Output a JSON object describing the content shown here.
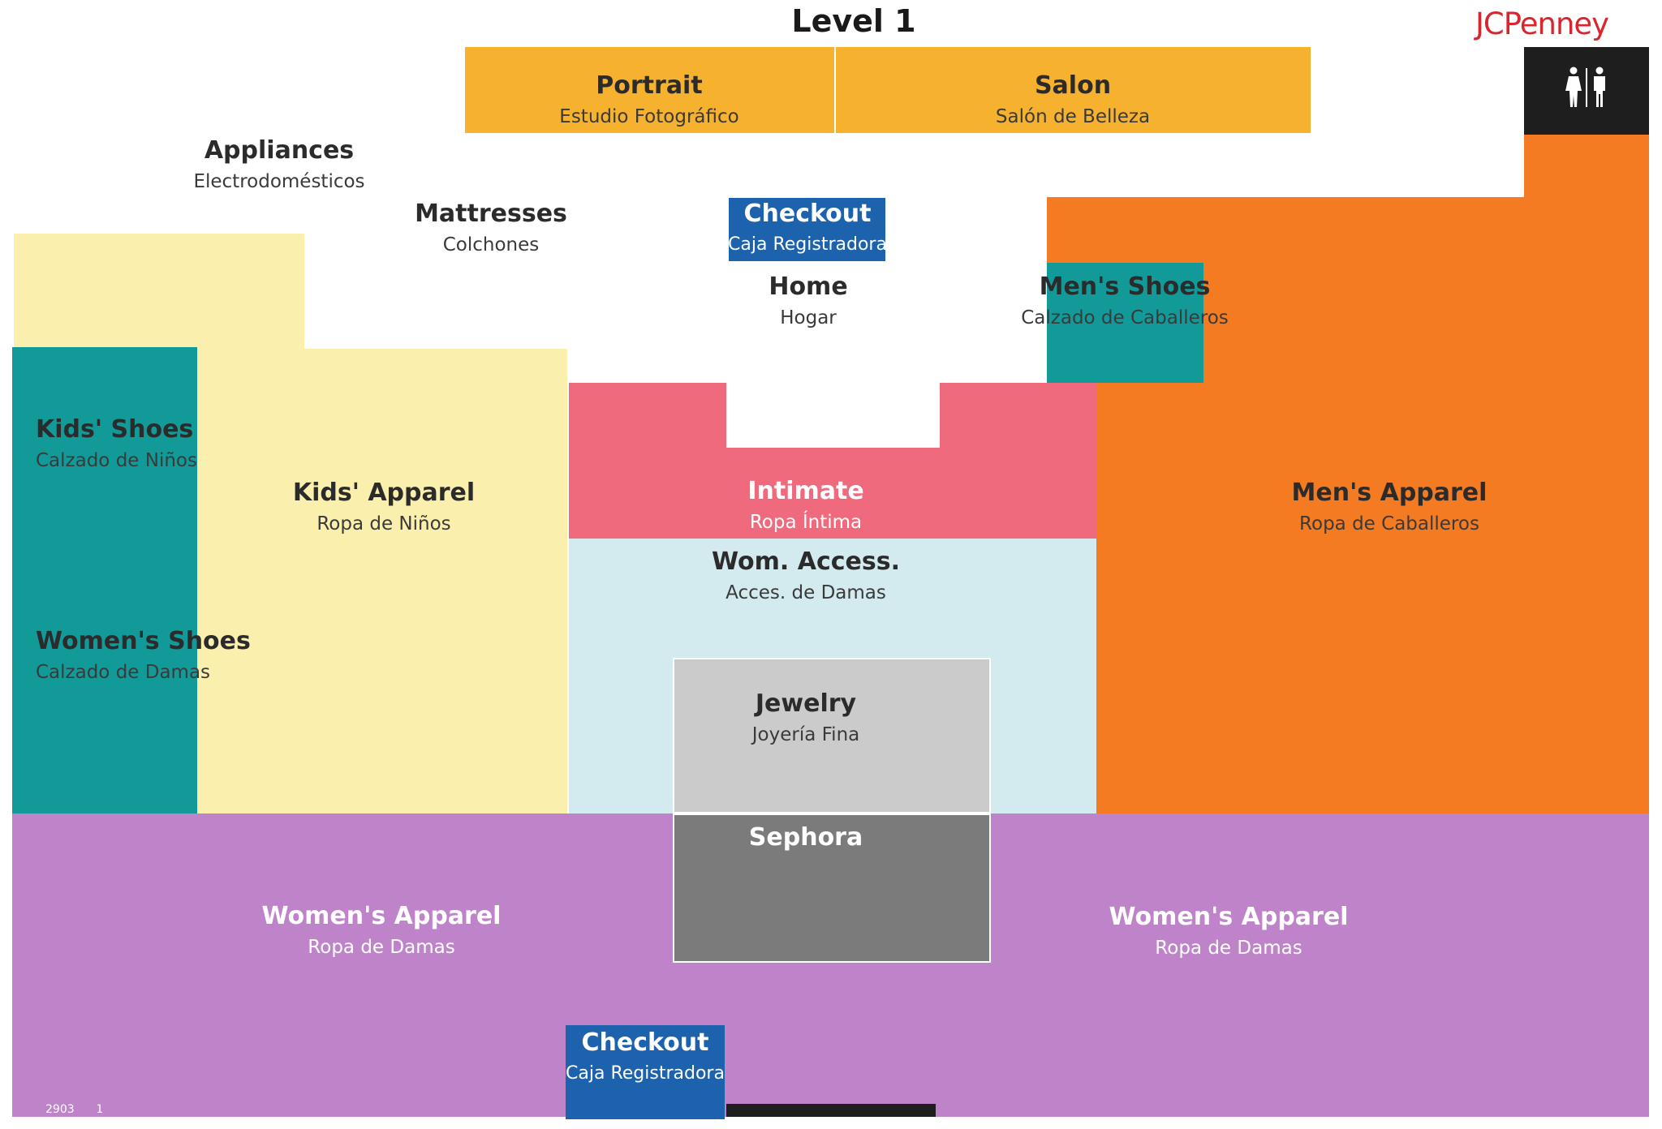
{
  "title": "Level 1",
  "brand": "JCPenney",
  "colors": {
    "brand_red": "#d8262f",
    "teal": "#129a98",
    "yellow": "#fbefad",
    "orange": "#f47b22",
    "gold": "#f6b22f",
    "pink": "#ef6a7c",
    "light_blue": "#d3eaef",
    "grey": "#cbcbcb",
    "dark_grey": "#7b7b7b",
    "purple": "#bf83ca",
    "checkout_blue": "#1c62ad"
  },
  "restroom_icon": "restroom-icon",
  "departments": {
    "portrait": {
      "en": "Portrait",
      "es": "Estudio Fotográfico"
    },
    "salon": {
      "en": "Salon",
      "es": "Salón de Belleza"
    },
    "appliances": {
      "en": "Appliances",
      "es": "Electrodomésticos"
    },
    "mattresses": {
      "en": "Mattresses",
      "es": "Colchones"
    },
    "checkout_top": {
      "en": "Checkout",
      "es": "Caja Registradora"
    },
    "home": {
      "en": "Home",
      "es": "Hogar"
    },
    "mens_shoes": {
      "en": "Men's Shoes",
      "es": "Calzado de Caballeros"
    },
    "kids_shoes": {
      "en": "Kids' Shoes",
      "es": "Calzado de Niños"
    },
    "kids_apparel": {
      "en": "Kids' Apparel",
      "es": "Ropa de Niños"
    },
    "womens_shoes": {
      "en": "Women's Shoes",
      "es": "Calzado de Damas"
    },
    "intimate": {
      "en": "Intimate",
      "es": "Ropa Íntima"
    },
    "womens_accessories": {
      "en": "Wom. Access.",
      "es": "Acces. de Damas"
    },
    "jewelry": {
      "en": "Jewelry",
      "es": "Joyería Fina"
    },
    "sephora": {
      "en": "Sephora"
    },
    "mens_apparel": {
      "en": "Men's Apparel",
      "es": "Ropa de Caballeros"
    },
    "womens_apparel_left": {
      "en": "Women's Apparel",
      "es": "Ropa de Damas"
    },
    "womens_apparel_right": {
      "en": "Women's Apparel",
      "es": "Ropa de Damas"
    },
    "checkout_bottom": {
      "en": "Checkout",
      "es": "Caja Registradora"
    }
  },
  "footer": {
    "code": "2903",
    "page": "1"
  }
}
